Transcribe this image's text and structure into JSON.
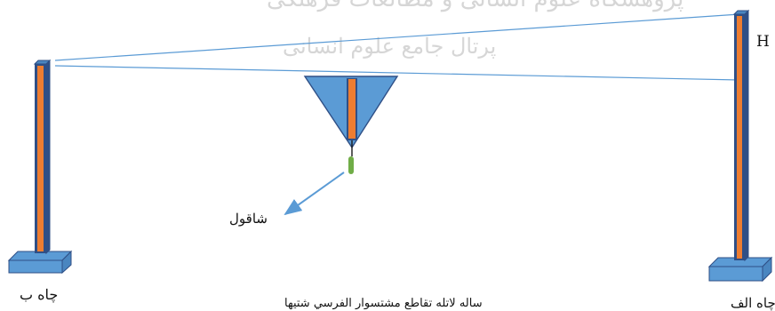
{
  "watermark": {
    "line1": "پژوهشگاه علوم انسانی و مطالعات فرهنگی",
    "line2": "پرتال جامع علوم انسانی"
  },
  "labels": {
    "h": "H",
    "plumb": "شاقول",
    "well_b": "چاه ب",
    "well_a": "چاه الف",
    "bottom_caption": "ساله لاتله تقاطع مشتسوار الفرسي شتيها"
  },
  "colors": {
    "pole_fill": "#ed7d31",
    "pole_border": "#2f4f86",
    "base_fill": "#5b9bd5",
    "line": "#5b9bd5",
    "plumb_bob": "#70ad47"
  }
}
